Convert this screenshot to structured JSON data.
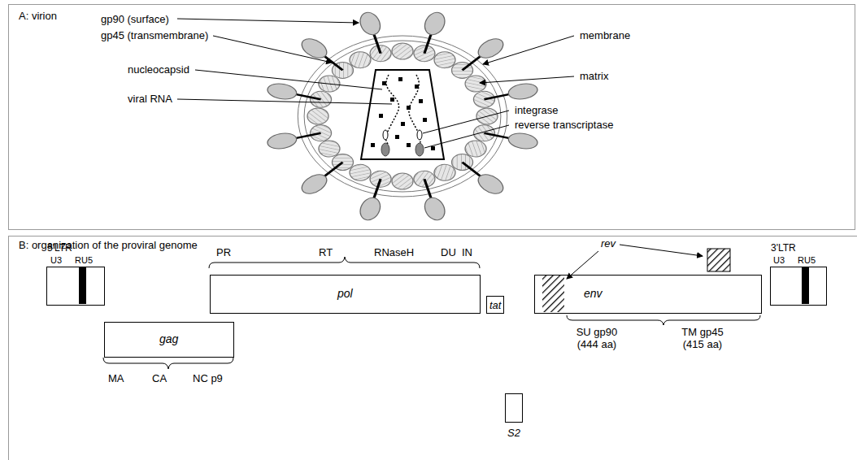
{
  "diagram": {
    "nodes": [
      {
        "text": [
          "A: virion"
        ]
      },
      {
        "text": [
          "B: organization of the proviral genome"
        ]
      },
      {
        "text": [
          "5'LTR",
          "U3",
          "RU5"
        ],
        "in": 1
      },
      {
        "text": [
          "pol"
        ],
        "in": 1
      },
      {
        "text": [
          "tat"
        ],
        "in": 1
      },
      {
        "text": [
          "env"
        ],
        "in": 1
      },
      {
        "text": [
          "3'LTR",
          "U3",
          "RU5"
        ],
        "in": 1
      },
      {
        "text": [
          "gag"
        ],
        "in": 1
      },
      {
        "text": [
          "S2"
        ],
        "in": 1
      }
    ],
    "labels": [
      "gp90 (surface)",
      "gp45 (transmembrane)",
      "nucleocapsid",
      "viral RNA",
      "membrane",
      "matrix",
      "integrase",
      "reverse transcriptase",
      "PR",
      "RT",
      "RNaseH",
      "DU",
      "IN",
      "rev",
      "SU gp90 (444 aa)",
      "TM gp45 (415 aa)",
      "MA",
      "CA",
      "NC p9"
    ]
  }
}
